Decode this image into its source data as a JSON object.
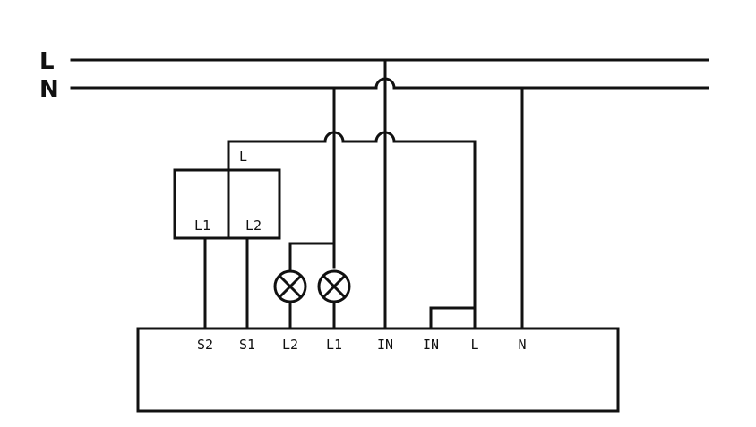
{
  "rails": {
    "line_label": "L",
    "neutral_label": "N"
  },
  "switch": {
    "input_label": "L",
    "output1_label": "L1",
    "output2_label": "L2"
  },
  "lamps": [
    {
      "symbol": "lamp-icon"
    },
    {
      "symbol": "lamp-icon"
    }
  ],
  "controller": {
    "terminals": [
      "S2",
      "S1",
      "L2",
      "L1",
      "IN",
      "IN",
      "L",
      "N"
    ]
  },
  "colors": {
    "line": "#111111",
    "background": "#ffffff"
  }
}
